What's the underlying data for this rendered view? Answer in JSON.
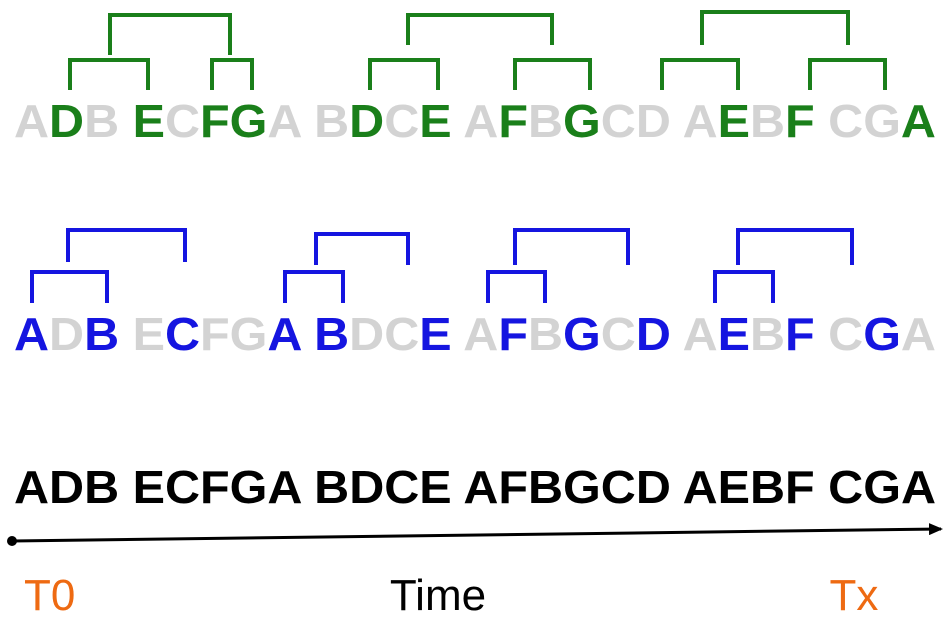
{
  "colors": {
    "green": "#1a7f1a",
    "blue": "#1515e0",
    "gray": "#d3d3d3",
    "black": "#000000",
    "orange": "#ee6a12"
  },
  "rows": [
    {
      "id": "green",
      "text": "ADB ECFGA BDCE AFBGCD AEBF CGA",
      "highlight": [
        false,
        true,
        false,
        false,
        true,
        false,
        true,
        true,
        false,
        false,
        false,
        true,
        false,
        true,
        false,
        false,
        true,
        false,
        true,
        false,
        false,
        false,
        false,
        true,
        false,
        true,
        false,
        false,
        false,
        true,
        false
      ]
    },
    {
      "id": "blue",
      "text": "ADB ECFGA BDCE AFBGCD AEBF CGA",
      "highlight": [
        true,
        false,
        true,
        false,
        false,
        true,
        false,
        false,
        true,
        false,
        true,
        false,
        false,
        true,
        false,
        false,
        true,
        false,
        true,
        false,
        true,
        false,
        false,
        true,
        false,
        true,
        false,
        false,
        true,
        false,
        false
      ]
    }
  ],
  "timeline": {
    "sequence": "ADB ECFGA BDCE AFBGCD AEBF CGA",
    "start_label": "T0",
    "axis_label": "Time",
    "end_label": "Tx"
  }
}
